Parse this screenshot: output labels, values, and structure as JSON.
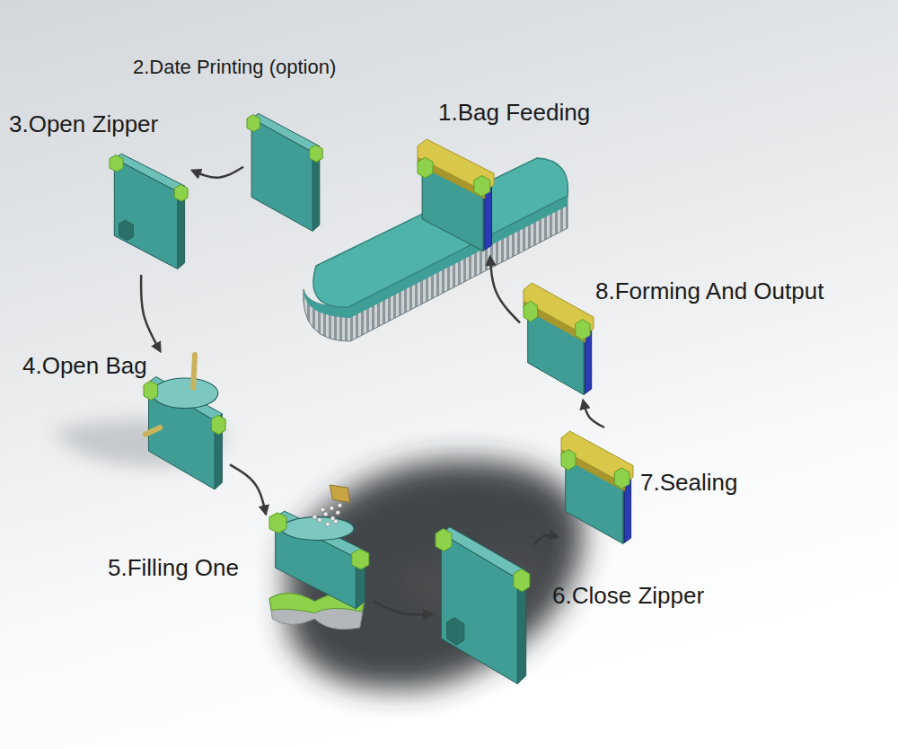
{
  "diagram": {
    "nodes": [
      {
        "text": [
          "1.Bag Feeding"
        ]
      },
      {
        "text": [
          "2.Date Printing (option)"
        ]
      },
      {
        "text": [
          "3.Open Zipper"
        ]
      },
      {
        "text": [
          "4.Open Bag"
        ]
      },
      {
        "text": [
          "5.Filling One"
        ]
      },
      {
        "text": [
          "6.Close Zipper"
        ]
      },
      {
        "text": [
          "7.Sealing"
        ]
      },
      {
        "text": [
          "8.Forming And Output"
        ]
      }
    ],
    "edges": [
      {
        "from": 1,
        "to": 2,
        "arrow": "to"
      },
      {
        "from": 2,
        "to": 3,
        "arrow": "to"
      },
      {
        "from": 3,
        "to": 4,
        "arrow": "to"
      },
      {
        "from": 4,
        "to": 5,
        "arrow": "to"
      },
      {
        "from": 5,
        "to": 6,
        "arrow": "to"
      },
      {
        "from": 6,
        "to": 7,
        "arrow": "to"
      },
      {
        "from": 7,
        "to": 0,
        "arrow": "to"
      }
    ]
  }
}
